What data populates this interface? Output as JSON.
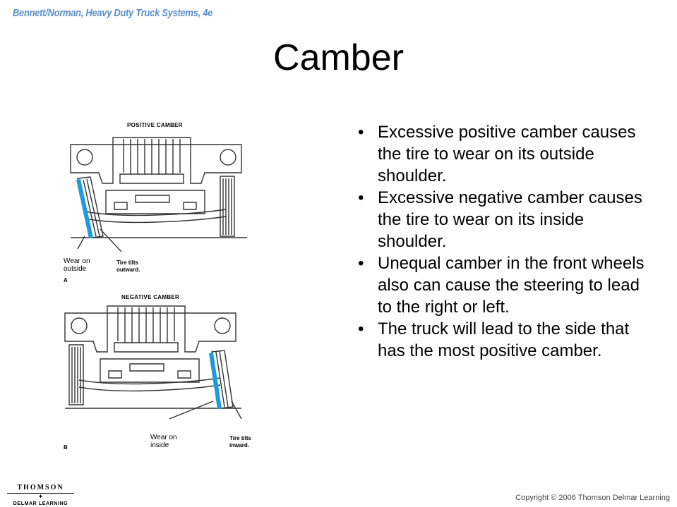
{
  "header": {
    "book_title": "Bennett/Norman, Heavy Duty Truck Systems, 4e"
  },
  "slide": {
    "title": "Camber",
    "bullets": [
      "Excessive positive camber causes the tire to wear on its outside shoulder.",
      "Excessive negative camber causes the tire to wear on its inside shoulder.",
      "Unequal camber in the front wheels also can cause the steering to lead to the right or left.",
      "The truck will lead to the side that has the most positive camber."
    ],
    "bullet_glyph": "•"
  },
  "figure": {
    "top": {
      "label": "POSITIVE CAMBER",
      "wear_note": "Wear on\noutside",
      "tilt_note": "Tire tilts\noutward.",
      "letter": "A"
    },
    "bottom": {
      "label": "NEGATIVE CAMBER",
      "wear_note": "Wear on\ninside",
      "tilt_note": "Tire tilts\ninward.",
      "letter": "B"
    },
    "highlight_color": "#1e9be0"
  },
  "footer": {
    "logo_top": "THOMSON",
    "logo_bottom": "DELMAR LEARNING",
    "copyright": "Copyright © 2006 Thomson Delmar Learning"
  }
}
